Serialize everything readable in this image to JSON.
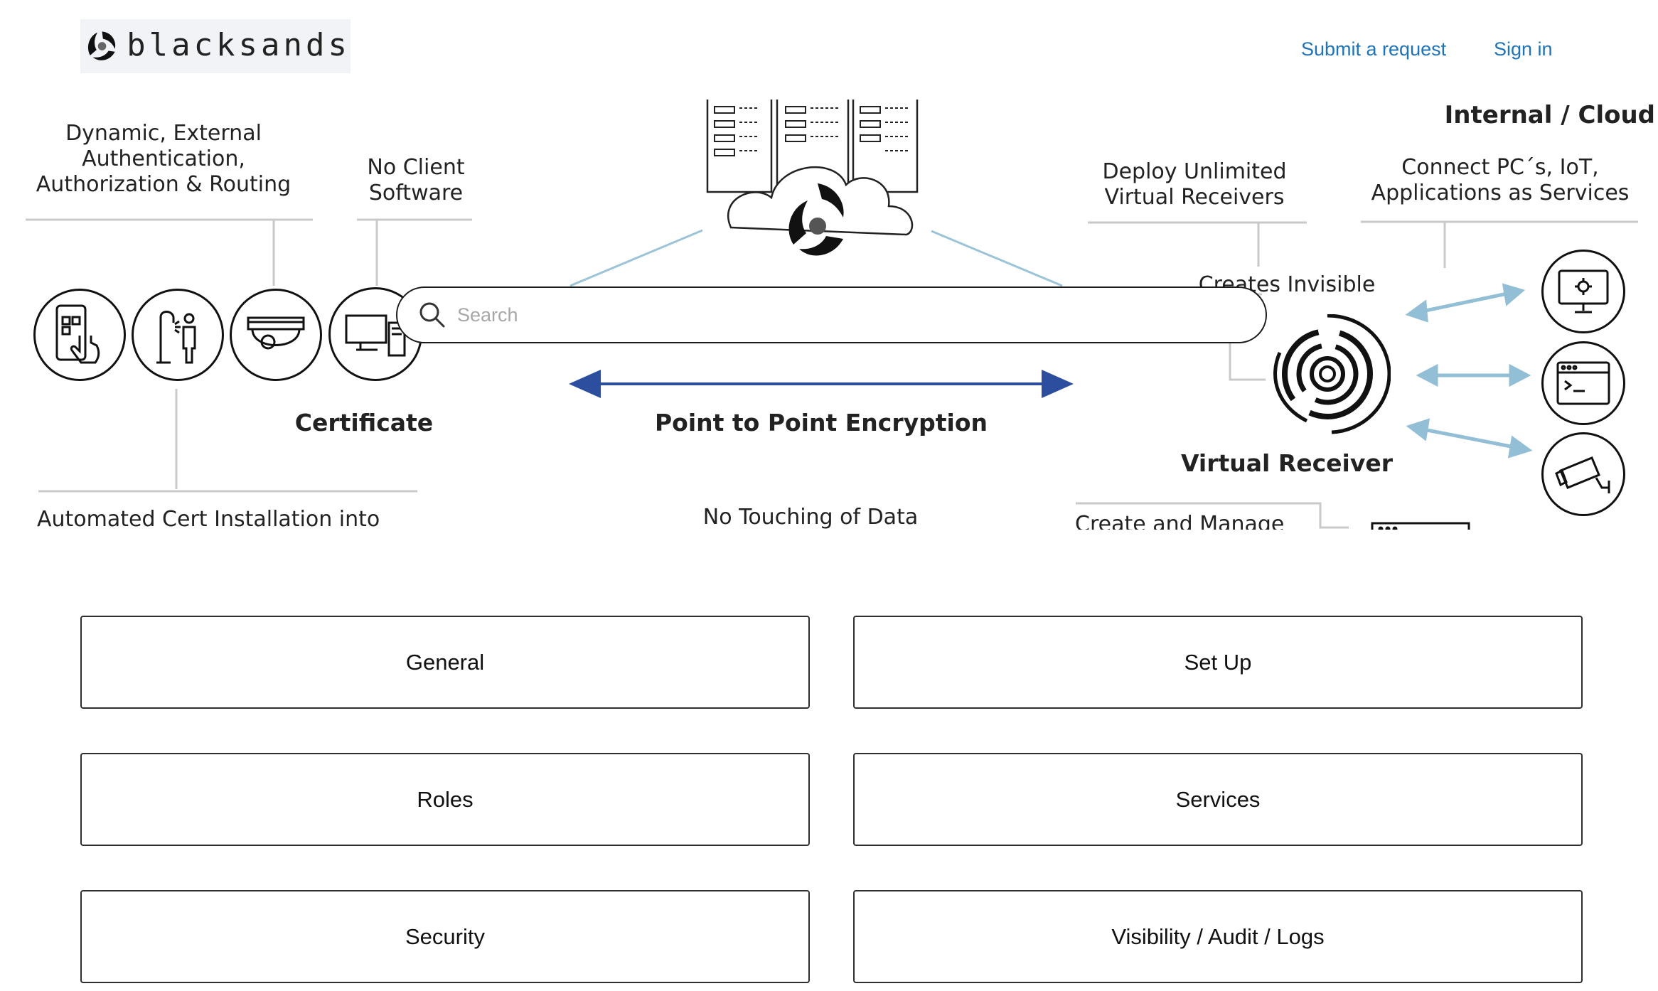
{
  "header": {
    "logo_text": "blacksands",
    "submit_request": "Submit a request",
    "sign_in": "Sign in"
  },
  "hero": {
    "left_title": "Dynamic, External\nAuthentication,\nAuthorization & Routing",
    "no_client": "No Client\nSoftware",
    "internal_cloud": "Internal / Cloud",
    "deploy": "Deploy Unlimited\nVirtual Receivers",
    "connect": "Connect PC´s, IoT,\nApplications as Services",
    "creates_invisible": "Creates Invisible",
    "certificate": "Certificate",
    "p2p": "Point to Point Encryption",
    "virtual_receiver": "Virtual Receiver",
    "automated_cert": "Automated Cert Installation into",
    "no_touching": "No Touching of Data",
    "create_manage": "Create and Manage",
    "arrow_color": "#2d4e9e",
    "line_color": "#9cc4d8"
  },
  "search": {
    "placeholder": "Search"
  },
  "categories": [
    {
      "label": "General"
    },
    {
      "label": "Set Up"
    },
    {
      "label": "Roles"
    },
    {
      "label": "Services"
    },
    {
      "label": "Security"
    },
    {
      "label": "Visibility / Audit / Logs"
    }
  ]
}
